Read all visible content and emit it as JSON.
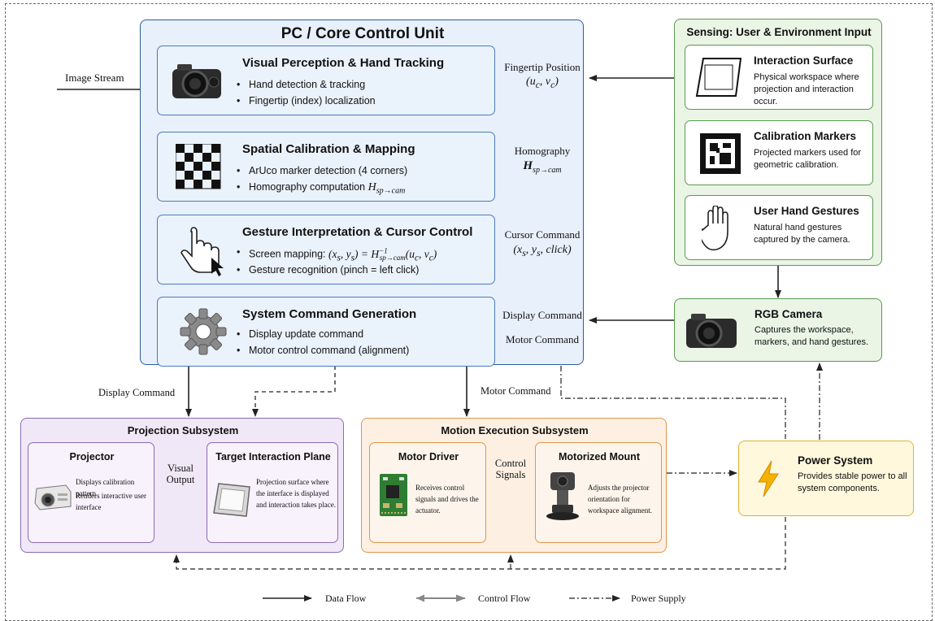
{
  "core": {
    "title": "PC / Core Control Unit",
    "modules": [
      {
        "title": "Visual Perception & Hand Tracking",
        "bullet1": "Hand detection & tracking",
        "bullet2": "Fingertip (index) localization"
      },
      {
        "title": "Spatial Calibration & Mapping",
        "bullet1": "ArUco marker detection (4 corners)",
        "bullet2": "Homography computation ",
        "bullet2_math": "H",
        "bullet2_sub": "sp→cam"
      },
      {
        "title": "Gesture Interpretation & Cursor Control",
        "bullet1": "Screen mapping: ",
        "bullet1_math": "(x",
        "bullet1_math_s": "s",
        "bullet1_math2": ", y",
        "bullet1_math2_s": "s",
        "bullet1_math3": ") = H",
        "bullet1_math3_sup": "−1",
        "bullet1_math3_sub": "sp→cam",
        "bullet1_math4": "(u",
        "bullet1_math4_s": "c",
        "bullet1_math5": ", v",
        "bullet1_math5_s": "c",
        "bullet1_math6": ")",
        "bullet2": "Gesture recognition (pinch = left click)"
      },
      {
        "title": "System Command Generation",
        "bullet1": "Display update command",
        "bullet2": "Motor control command (alignment)"
      }
    ],
    "side_labels": {
      "fingertip": "Fingertip Position",
      "fingertip_math": "(u",
      "fingertip_math_s": "c",
      "fingertip_math2": ", v",
      "fingertip_math2_s": "c",
      "fingertip_math3": ")",
      "homography": "Homography",
      "homography_math": "H",
      "homography_sub": "sp→cam",
      "cursor": "Cursor Command",
      "cursor_math": "(x",
      "cursor_math_s": "s",
      "cursor_math2": ", y",
      "cursor_math2_s": "s",
      "cursor_math3": ", click)",
      "display": "Display Command",
      "motor": "Motor Command"
    }
  },
  "image_stream": "Image Stream",
  "sensing": {
    "title": "Sensing: User & Environment Input",
    "cards": [
      {
        "title": "Interaction Surface",
        "desc": "Physical workspace where projection and interaction occur."
      },
      {
        "title": "Calibration Markers",
        "desc": "Projected markers used for geometric calibration."
      },
      {
        "title": "User Hand Gestures",
        "desc": "Natural hand gestures captured by the camera."
      }
    ]
  },
  "rgb_camera": {
    "title": "RGB Camera",
    "desc": "Captures the workspace, markers, and hand gestures."
  },
  "flow_labels": {
    "display_command": "Display Command",
    "motor_command": "Motor Command"
  },
  "projection": {
    "title": "Projection Subsystem",
    "projector": {
      "title": "Projector",
      "line1": "Displays calibration pattern",
      "line2": "Renders interactive user interface"
    },
    "visual_output": "Visual Output",
    "target": {
      "title": "Target Interaction Plane",
      "desc": "Projection surface where the interface is displayed and interaction takes place."
    }
  },
  "motion": {
    "title": "Motion Execution Subsystem",
    "driver": {
      "title": "Motor Driver",
      "desc": "Receives control signals and drives the actuator."
    },
    "control_signals": "Control Signals",
    "mount": {
      "title": "Motorized Mount",
      "desc": "Adjusts the projector orientation for workspace alignment."
    }
  },
  "power": {
    "title": "Power System",
    "desc": "Provides stable power to all system components."
  },
  "legend": {
    "data": "Data Flow",
    "control": "Control Flow",
    "power": "Power Supply"
  },
  "colors": {
    "core": "#2f5d9a",
    "sensing": "#5a9a4f",
    "projection": "#8b6bb5",
    "motion": "#e0954a",
    "power": "#e0b030"
  }
}
